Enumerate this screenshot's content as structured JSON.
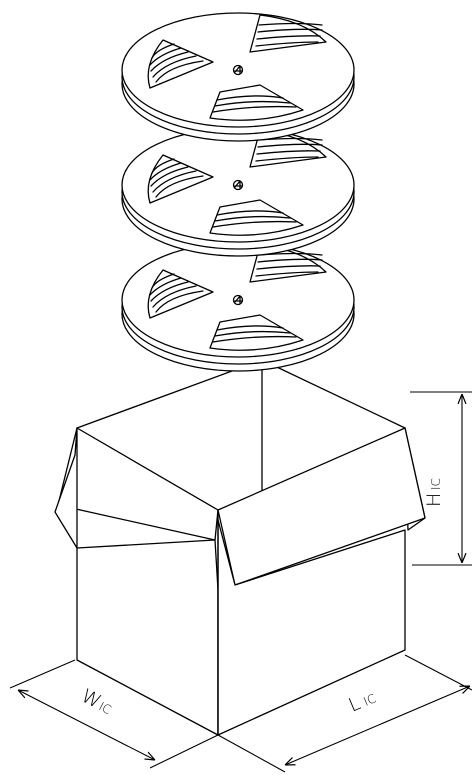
{
  "labels": {
    "height": {
      "main": "H",
      "sub": "IC"
    },
    "width": {
      "main": "W",
      "sub": "IC"
    },
    "length": {
      "main": "L",
      "sub": "IC"
    }
  },
  "reel": {
    "center_mark": "4"
  },
  "reel_count": 3,
  "colors": {
    "line": "#000000",
    "background": "#ffffff"
  }
}
